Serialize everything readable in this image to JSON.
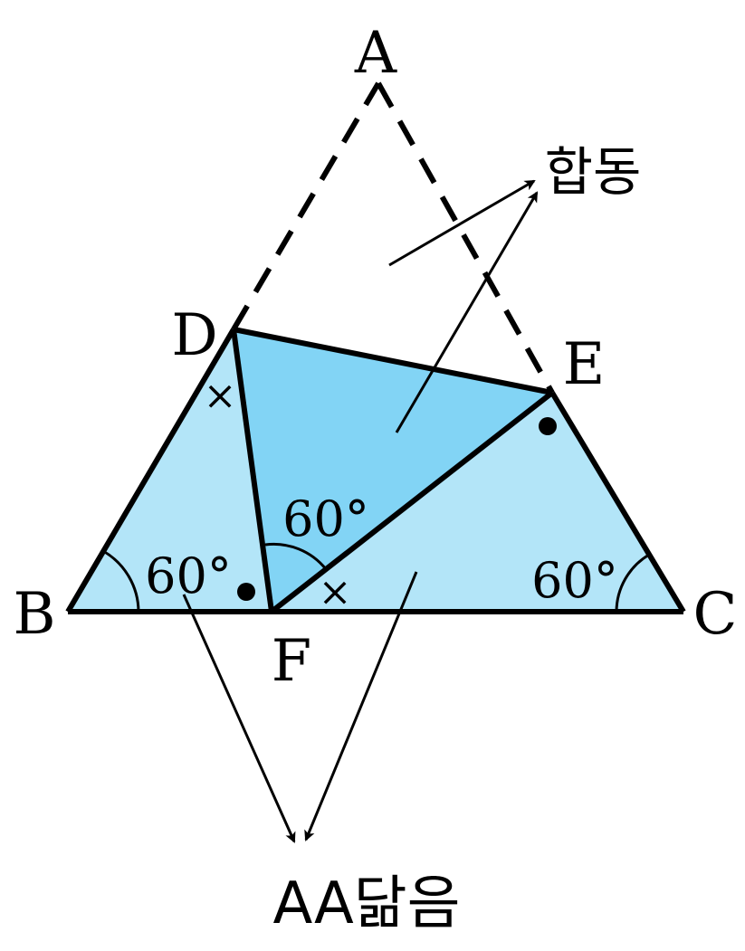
{
  "points": {
    "A": "A",
    "B": "B",
    "C": "C",
    "D": "D",
    "E": "E",
    "F": "F"
  },
  "angles": {
    "angle_B": "60°",
    "angle_C": "60°",
    "angle_DFE": "60°"
  },
  "marks": {
    "cross_1": "×",
    "cross_2": "×"
  },
  "annotations": {
    "congruent": "합동",
    "similar": "AA닮음"
  },
  "colors": {
    "outer_fill": "#b3e5f8",
    "inner_fill": "#82d4f5",
    "stroke": "#000000"
  }
}
